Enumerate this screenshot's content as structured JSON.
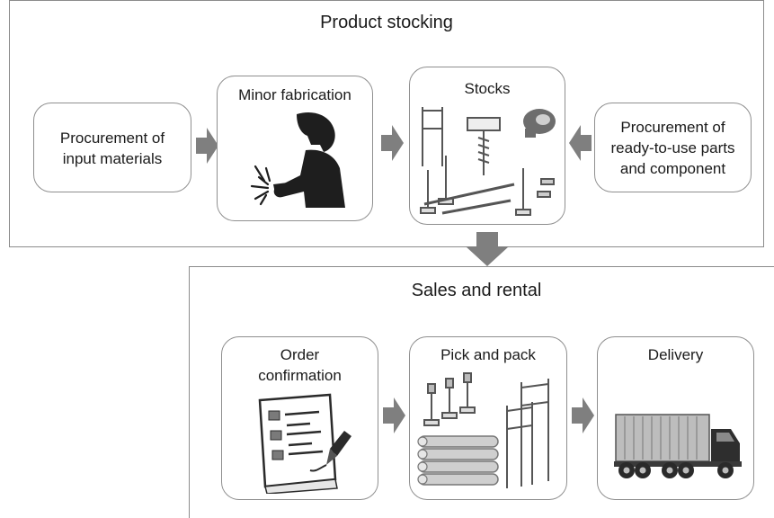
{
  "sections": {
    "top_title": "Product stocking",
    "bottom_title": "Sales and rental"
  },
  "boxes": {
    "procurement_input": [
      "Procurement of",
      "input materials"
    ],
    "minor_fabrication": "Minor fabrication",
    "stocks": "Stocks",
    "procurement_ready": [
      "Procurement of",
      "ready-to-use parts",
      "and component"
    ],
    "order_confirmation": [
      "Order",
      "confirmation"
    ],
    "pick_and_pack": "Pick and pack",
    "delivery": "Delivery"
  },
  "icons": {
    "welder": "welder-icon",
    "scaffold_parts": "scaffold-parts-icon",
    "order_form": "order-form-icon",
    "packed_parts": "packed-parts-icon",
    "truck": "truck-icon"
  },
  "colors": {
    "arrow": "#7f7f7f",
    "border": "#8f8f8f"
  }
}
